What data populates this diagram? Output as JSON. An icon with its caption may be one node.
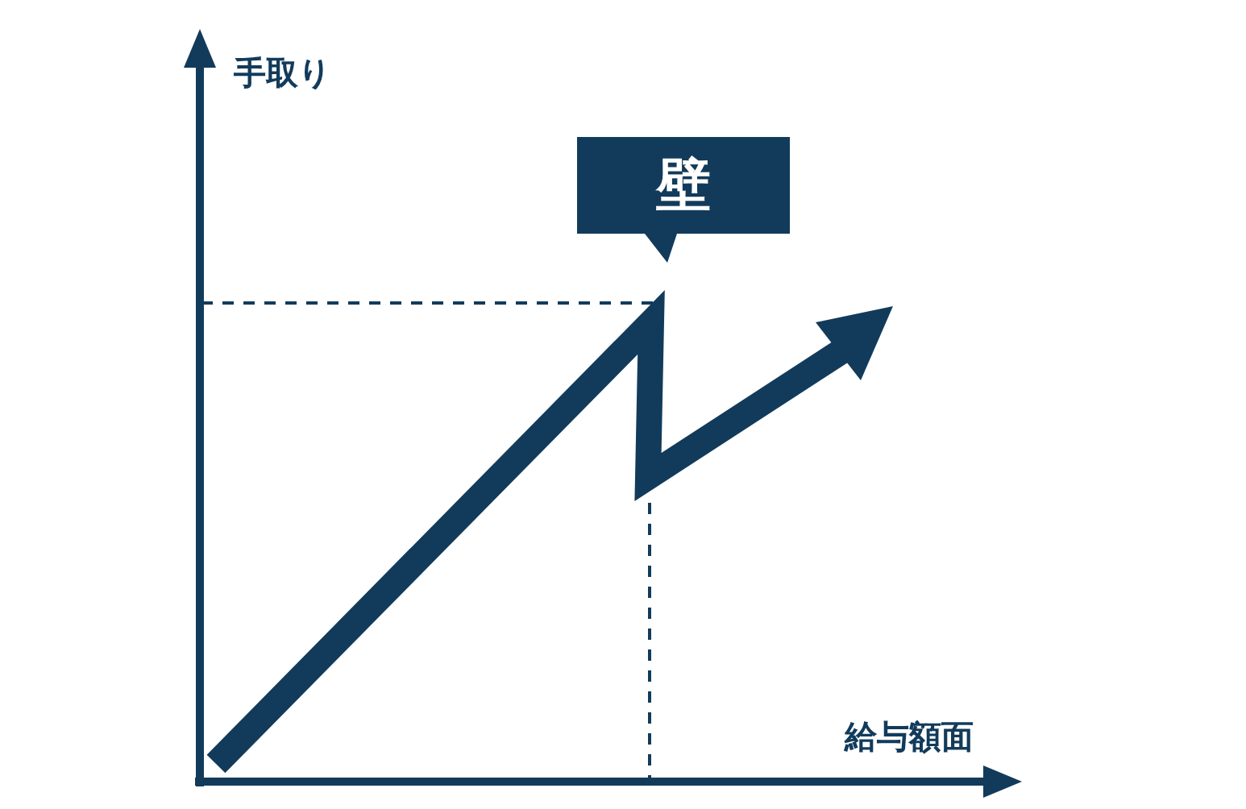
{
  "diagram": {
    "nodes": [
      {
        "text": [
          "壁"
        ]
      }
    ],
    "labels": [
      "手取り",
      "給与額面"
    ]
  }
}
